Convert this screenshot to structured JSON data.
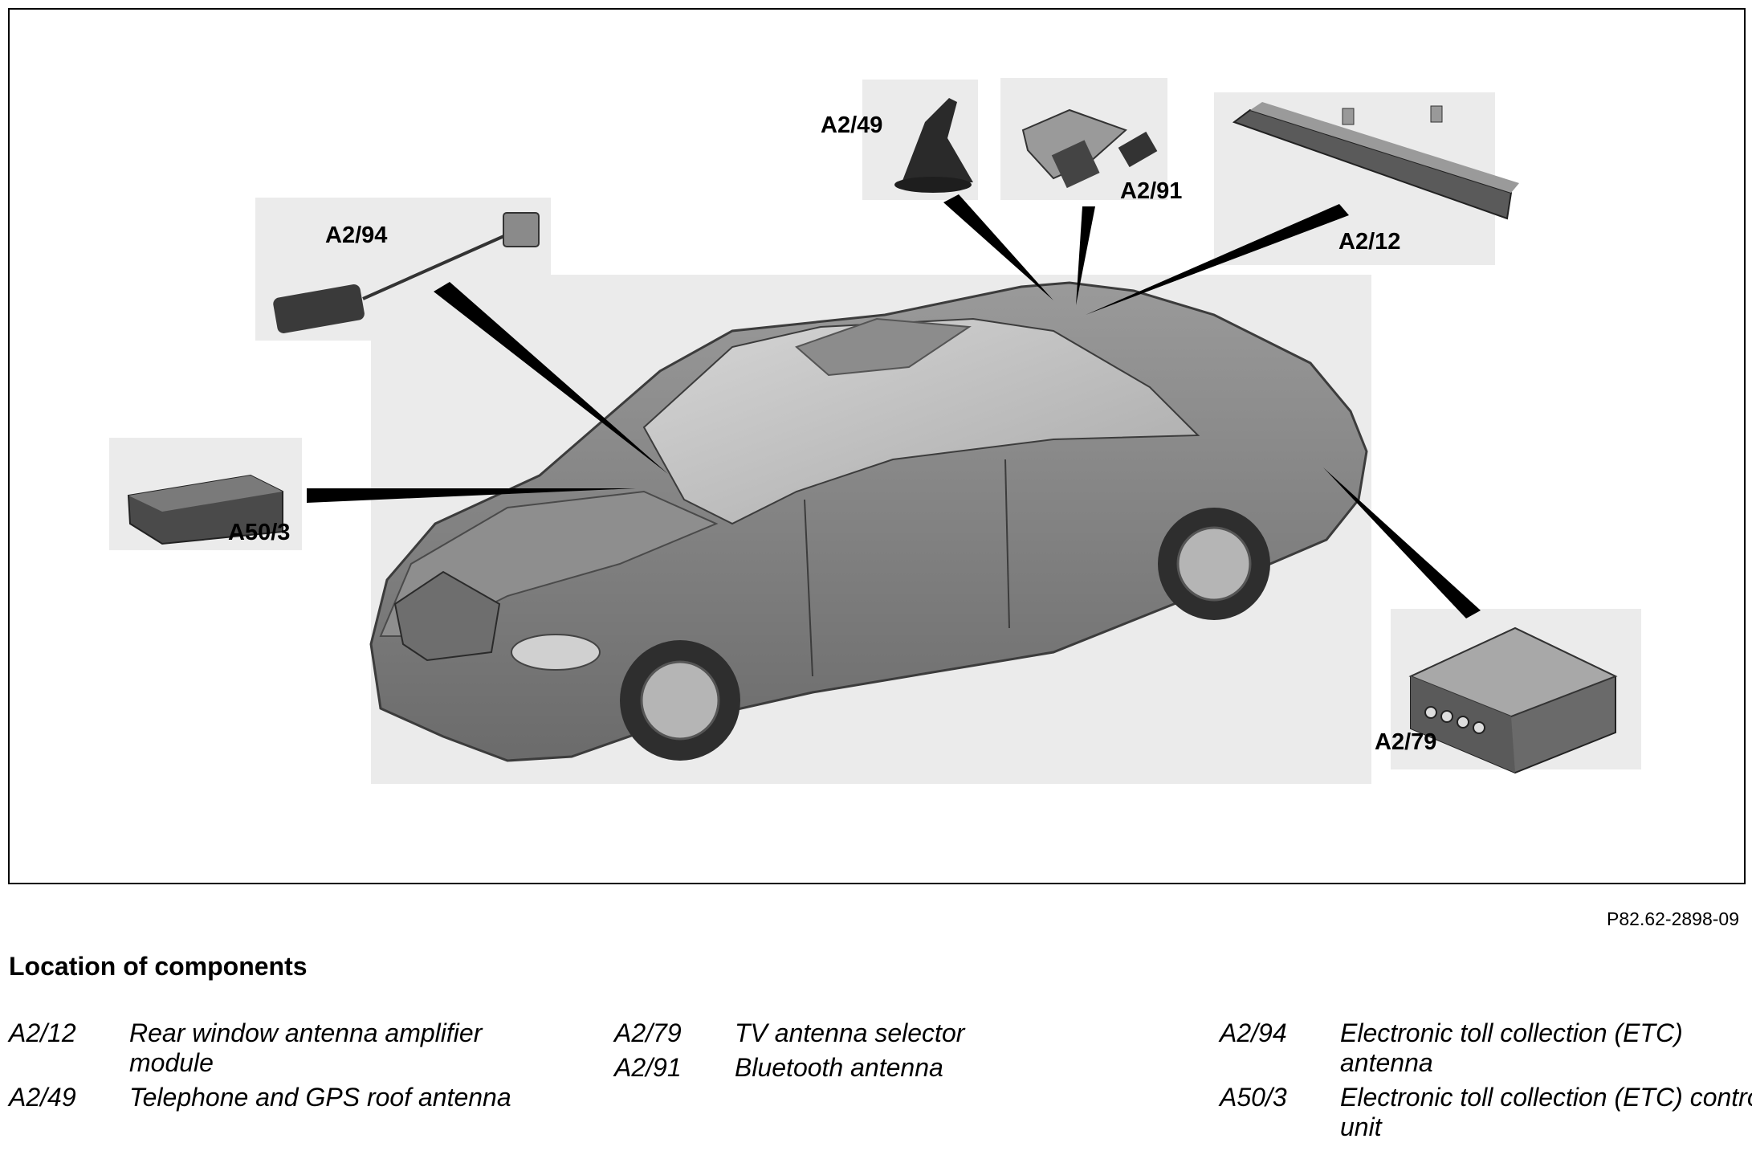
{
  "figure": {
    "id": "P82.62-2898-09",
    "callouts": {
      "a2_12": "A2/12",
      "a2_49": "A2/49",
      "a2_79": "A2/79",
      "a2_91": "A2/91",
      "a2_94": "A2/94",
      "a50_3": "A50/3"
    }
  },
  "section_title": "Location of components",
  "legend": [
    [
      {
        "code": "A2/12",
        "desc": "Rear window antenna amplifier module"
      },
      {
        "code": "A2/49",
        "desc": "Telephone and GPS roof antenna"
      }
    ],
    [
      {
        "code": "A2/79",
        "desc": "TV antenna selector"
      },
      {
        "code": "A2/91",
        "desc": "Bluetooth antenna"
      }
    ],
    [
      {
        "code": "A2/94",
        "desc": "Electronic toll collection (ETC) antenna"
      },
      {
        "code": "A50/3",
        "desc": "Electronic toll collection (ETC) control unit"
      }
    ]
  ]
}
